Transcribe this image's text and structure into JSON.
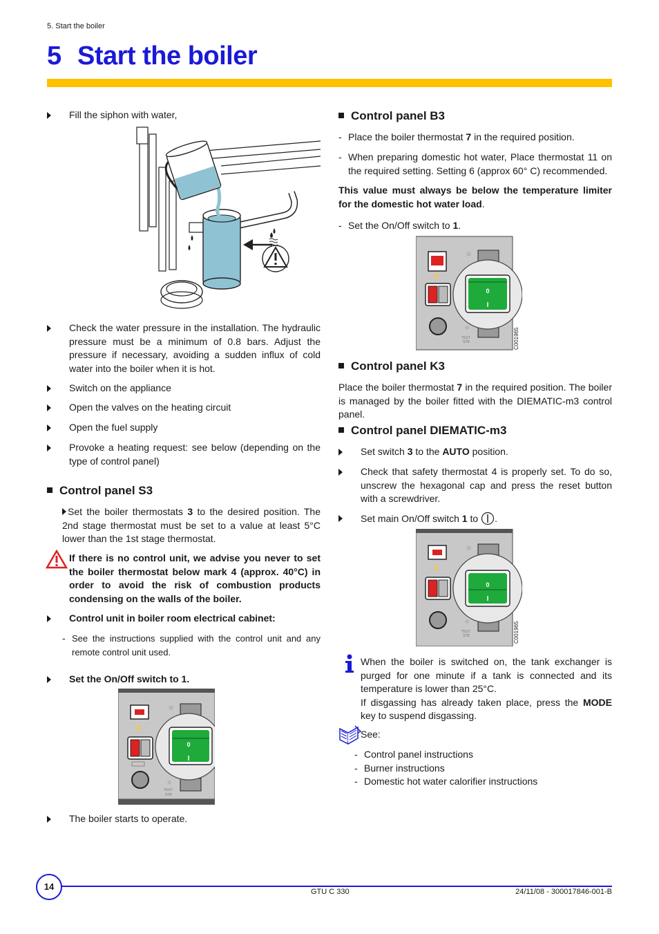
{
  "header": {
    "breadcrumb": "5. Start the boiler",
    "chapter_number": "5",
    "title": "Start the boiler"
  },
  "left": {
    "fill_siphon": "Fill the siphon with water,",
    "check_pressure": "Check the water pressure in the installation. The hydraulic pressure must be a minimum of 0.8 bars. Adjust the pressure if necessary, avoiding a sudden influx of cold water into the boiler when it is hot.",
    "switch_on": "Switch on the appliance",
    "open_valves": "Open the valves on the heating circuit",
    "open_fuel": "Open the fuel supply",
    "provoke_heating": "Provoke a heating request: see below (depending on the type of control panel)",
    "s3_heading": "Control panel S3",
    "s3_text_a": "Set the boiler thermostats ",
    "s3_text_b": "3",
    "s3_text_c": " to the desired position. The 2nd stage thermostat must be set to a value at least 5°C lower than the 1st stage thermostat.",
    "warning_text": "If there is no control unit, we advise you never to set the boiler thermostat below mark 4 (approx. 40°C) in order to avoid the risk of combustion products condensing on the walls of the boiler.",
    "control_unit_heading": "Control unit in boiler room electrical cabinet:",
    "control_unit_text": "See the instructions supplied with the control unit and any remote control unit used.",
    "set_switch": "Set the On/Off switch to 1.",
    "boiler_starts": "The boiler starts to operate."
  },
  "right": {
    "b3_heading": "Control panel B3",
    "b3_item1_a": "Place the boiler thermostat ",
    "b3_item1_b": "7",
    "b3_item1_c": " in the required position.",
    "b3_item2": "When preparing domestic hot water, Place thermostat 11 on the required setting. Setting 6 (approx 60° C) recommended.",
    "b3_bold_a": "This value must always be below the temperature limiter for the domestic hot water load",
    "b3_bold_b": ".",
    "b3_item3_a": "Set the On/Off switch to ",
    "b3_item3_b": "1",
    "b3_item3_c": ".",
    "k3_heading": "Control panel K3",
    "k3_text_a": "Place the boiler thermostat ",
    "k3_text_b": "7",
    "k3_text_c": " in the required position. The boiler is managed by the boiler fitted with the DIEMATIC-m3 control panel.",
    "diematic_heading": "Control panel DIEMATIC-m3",
    "d_item1_a": "Set switch ",
    "d_item1_b": "3",
    "d_item1_c": " to the ",
    "d_item1_d": "AUTO",
    "d_item1_e": " position.",
    "d_item2": "Check that safety thermostat 4 is properly set. To do so, unscrew the hexagonal cap and press the reset button with a screwdriver.",
    "d_item3_a": "Set main On/Off switch ",
    "d_item3_b": "1",
    "d_item3_c": " to",
    "d_item3_d": ".",
    "info_a": "When the boiler is switched on, the tank exchanger is purged for one minute if a tank is connected and its temperature is lower than 25°C.",
    "info_b1": "If disgassing has already taken place, press the ",
    "info_b2": "MODE",
    "info_b3": " key to suspend disgassing.",
    "see": "See:",
    "see_items": [
      "Control panel instructions",
      "Burner instructions",
      "Domestic hot water calorifier instructions"
    ]
  },
  "panel": {
    "code": "C001965",
    "zero": "0",
    "one": "I",
    "test": "TEST",
    "stb": "STB"
  },
  "footer": {
    "page": "14",
    "model": "GTU C 330",
    "doc_ref": "24/11/08 - 300017846-001-B"
  },
  "colors": {
    "title_blue": "#1a1ad6",
    "bar_yellow": "#ffc000",
    "switch_green": "#1faa3c",
    "panel_gray": "#c8c8c8",
    "warning_red": "#e02020"
  }
}
